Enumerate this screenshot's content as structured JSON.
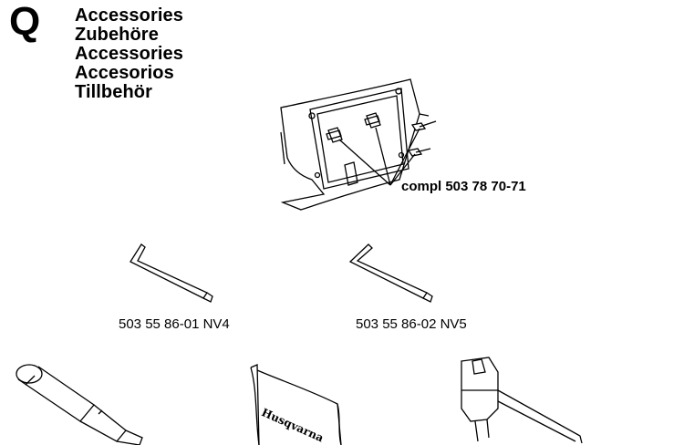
{
  "section": {
    "letter": "Q"
  },
  "titles": [
    "Accessories",
    "Zubehöre",
    "Accessories",
    "Accesorios",
    "Tillbehör"
  ],
  "parts": {
    "bracket": {
      "label": "compl 503 78 70-71",
      "icon": "mounting-bracket-icon"
    },
    "allen_key_1": {
      "label": "503 55 86-01 NV4",
      "icon": "allen-key-icon"
    },
    "allen_key_2": {
      "label": "503 55 86-02 NV5",
      "icon": "allen-key-icon"
    },
    "tool_1": {
      "icon": "screwdriver-tool-icon"
    },
    "tool_2": {
      "icon": "branded-tube-icon",
      "brand_text": "Husqvarna"
    },
    "tool_3": {
      "icon": "combination-spanner-icon"
    }
  }
}
